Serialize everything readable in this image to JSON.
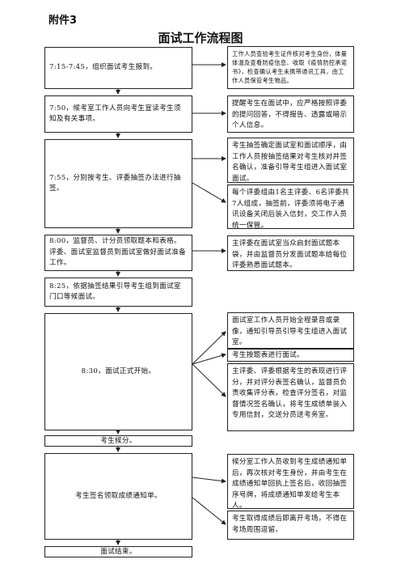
{
  "header": {
    "attachment": "附件3",
    "title": "面试工作流程图"
  },
  "steps": [
    "7:15-7:45，组织面试考生报到。",
    "7:50，候考室工作人员向考生宣读考生须知及有关事项。",
    "7:55，分别按考生、评委抽签办法进行抽签。",
    "8:00，监督员、计分员领取题本和表格。评委、面试室监督员到面试室做好面试准备工作。",
    "8:25，依据抽签结果引导考生组到面试室门口等候面试。",
    "8:30，面试正式开始。",
    "考生候分。",
    "考生签名领取成绩通知单。",
    "面试结束。"
  ],
  "notes": [
    "工作人员查验考生证件核对考生身份，体量体温及查看防疫信息、收取《疫情防控承诺书》，检查确认考生未携带通讯工具，由工作人员保管考生物品。",
    "提醒考生在面试中，应严格按照评委的提问回答，不得报告、透露或暗示个人信息。",
    "考生抽签确定面试室和面试顺序，由工作人员按抽签结果对考生核对并签名确认，准备引导考生组进入面试室面试。",
    "每个评委组由1名主评委、6名评委共7人组成，抽签前，评委须将电子通讯设备关闭后装入信封，交工作人员统一保管。",
    "主评委在面试室当众启封面试题本袋，并由监督员分发面试题本给每位评委熟悉面试题本。",
    "面试室工作人员开始全程录音或录像，通知引导员引导考生组进入面试室。",
    "考生按题表进行面试。",
    "主评委、评委根据考生的表现进行评分，并对评分表签名确认，监督员负责收集评分表，检查评分签名，对监督情况签名确认，将考生成绩单装入专用信封，交送分员送考务室。",
    "候分室工作人员收到考生成绩通知单后，再次核对考生身份，并由考生在成绩通知单回执上签名后，收回抽签序号牌，将成绩通知单发给考生本人。",
    "考生取得成绩后即离开考场，不得在考场周围逗留。"
  ]
}
